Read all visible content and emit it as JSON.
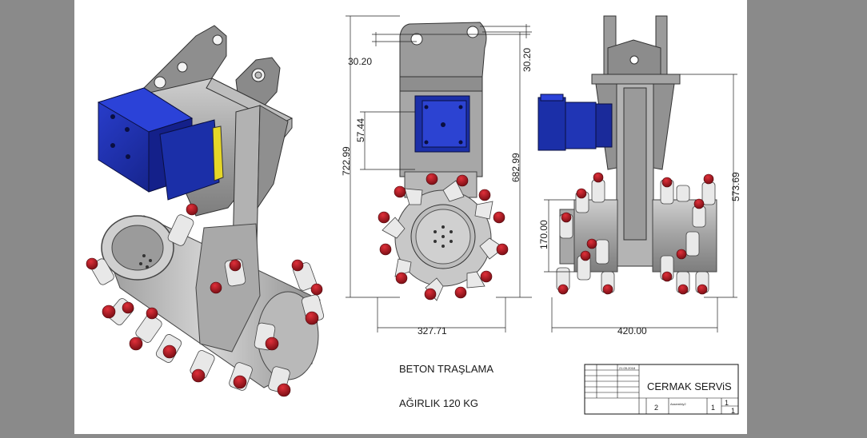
{
  "dimensions": {
    "front_top_left": "30.20",
    "front_top_right": "30.20",
    "front_height_total": "722.99",
    "front_motor": "57.44",
    "front_height_inner": "682.99",
    "front_width": "327.71",
    "side_height": "573.69",
    "side_drum": "170.00",
    "side_width": "420.00"
  },
  "notes": {
    "line1": "BETON TRAŞLAMA",
    "line2": "AĞIRLIK 120 KG"
  },
  "title_block": {
    "company": "CERMAK SERViS",
    "date": "21.05.2018",
    "assembly": "Assembly2",
    "sheet_no": "2",
    "scale": "1",
    "page": "1",
    "page_of": "1"
  },
  "colors": {
    "background": "#8a8a8a",
    "sheet": "#ffffff",
    "motor_blue": "#1b2fa8",
    "steel": "#a9a9a9",
    "tooth_red": "#a8131b"
  }
}
